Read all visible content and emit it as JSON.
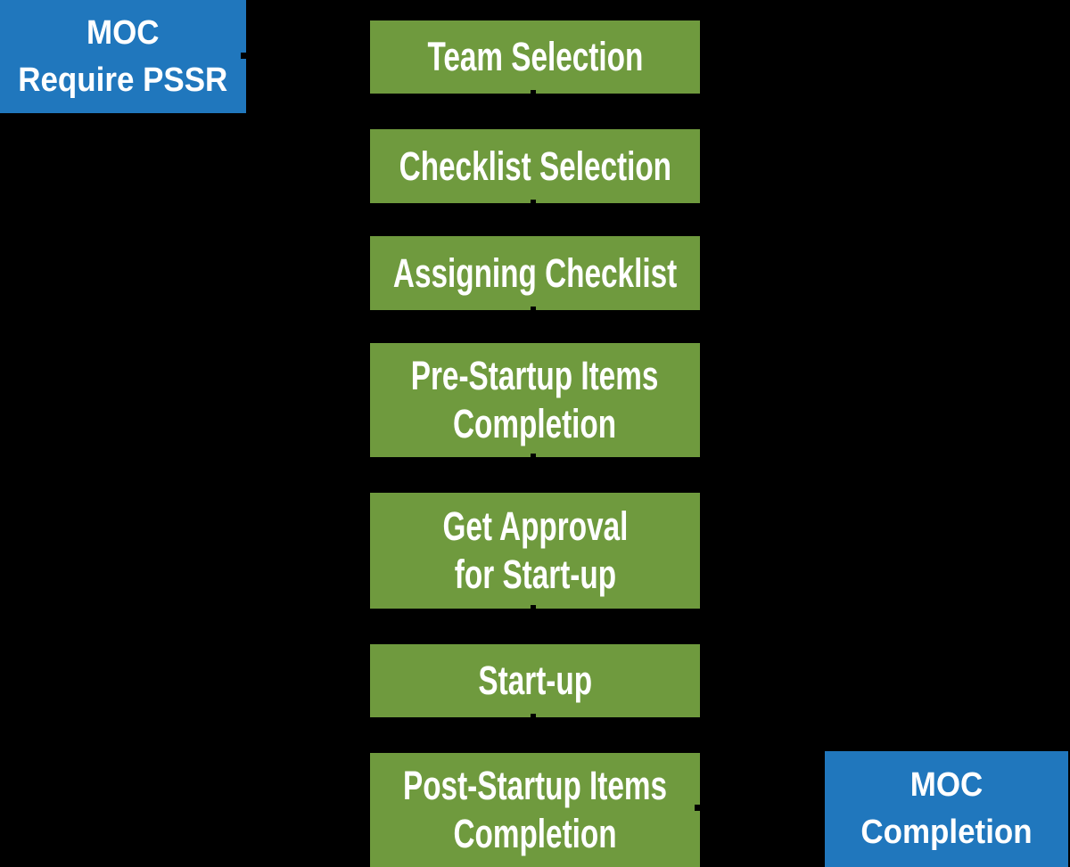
{
  "diagram": {
    "title": "MOC PSSR process flowchart",
    "colors": {
      "background": "#000000",
      "step_fill": "#6f9a3e",
      "terminal_fill": "#2077bd",
      "label_text": "#ffffff",
      "connector": "#000000"
    },
    "entry": {
      "lines": [
        "MOC",
        "Require PSSR"
      ]
    },
    "steps": [
      {
        "id": "team-selection",
        "lines": [
          "Team Selection",
          ""
        ]
      },
      {
        "id": "checklist-selection",
        "lines": [
          "Checklist Selection",
          ""
        ]
      },
      {
        "id": "assigning-checklist",
        "lines": [
          "Assigning Checklist",
          ""
        ]
      },
      {
        "id": "pre-startup-items-completion",
        "lines": [
          "Pre-Startup Items",
          "Completion"
        ]
      },
      {
        "id": "get-approval-for-start-up",
        "lines": [
          "Get Approval",
          "for Start-up"
        ]
      },
      {
        "id": "start-up",
        "lines": [
          "Start-up",
          ""
        ]
      },
      {
        "id": "post-startup-items-completion",
        "lines": [
          "Post-Startup Items",
          "Completion"
        ]
      }
    ],
    "exit": {
      "lines": [
        "MOC",
        "Completion"
      ]
    }
  }
}
